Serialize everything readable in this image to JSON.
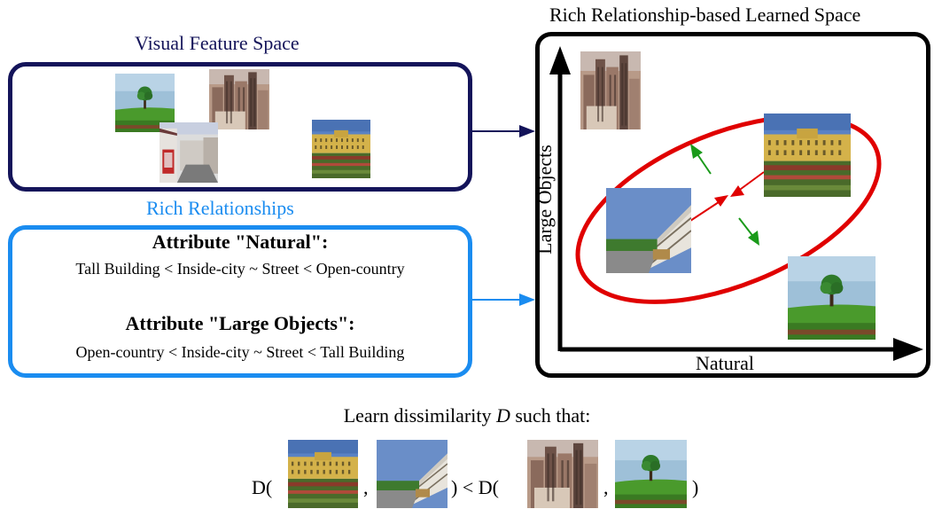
{
  "visual_feature_space": {
    "title": "Visual Feature Space"
  },
  "rich_relationships": {
    "title": "Rich Relationships",
    "attribute_natural": {
      "heading": "Attribute \"Natural\":",
      "ordering": "Tall Building < Inside-city ~ Street < Open-country"
    },
    "attribute_large": {
      "heading": "Attribute \"Large Objects\":",
      "ordering": "Open-country < Inside-city ~ Street < Tall Building"
    }
  },
  "learned_space": {
    "title": "Rich Relationship-based Learned Space",
    "y_axis_label": "Large Objects",
    "x_axis_label": "Natural"
  },
  "learn_caption": {
    "prefix": "Learn dissimilarity",
    "variable": "D",
    "suffix": "such that:"
  },
  "inequality": {
    "d_open_1": "D(",
    "comma_1": ",",
    "close_lt_d_open": ") < D(",
    "comma_2": ",",
    "close_2": ")"
  },
  "colors": {
    "feature_box": "#14145a",
    "relationships": "#1a8cf0",
    "ellipse": "#e00000",
    "attract_arrow": "#e00000",
    "repel_arrow": "#1a9a1a"
  },
  "images": [
    "tall-building",
    "inside-city-street",
    "street",
    "open-country"
  ]
}
